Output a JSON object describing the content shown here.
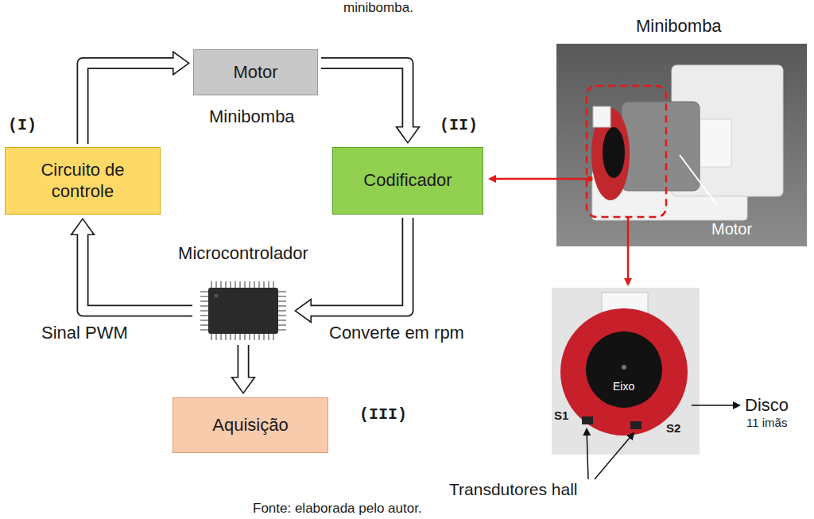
{
  "diagram": {
    "caption": "Fonte: elaborada pelo autor.",
    "nodes": [
      {
        "text": [
          "Motor"
        ]
      },
      {
        "text": [
          "Circuito de controle"
        ]
      },
      {
        "text": [
          "Codificador"
        ]
      },
      {
        "text": [
          "Microcontrolador"
        ]
      },
      {
        "text": [
          "Aquisição"
        ]
      }
    ],
    "edges": [
      {
        "from": 1,
        "to": 0,
        "arrow": "to"
      },
      {
        "from": 0,
        "to": 2,
        "arrow": "to"
      },
      {
        "from": 2,
        "to": 3,
        "arrow": "to",
        "label": "Converte em rpm"
      },
      {
        "from": 3,
        "to": 1,
        "arrow": "to",
        "label": "Sinal PWM"
      },
      {
        "from": 3,
        "to": 4,
        "arrow": "to"
      }
    ],
    "labels": [
      "minibomba.",
      "(I)",
      "Minibomba",
      "(II)",
      "Minibomba",
      "Motor",
      "Eixo",
      "S1",
      "S2",
      "Disco",
      "11 imãs",
      "(III)",
      "Transdutores hall"
    ]
  }
}
